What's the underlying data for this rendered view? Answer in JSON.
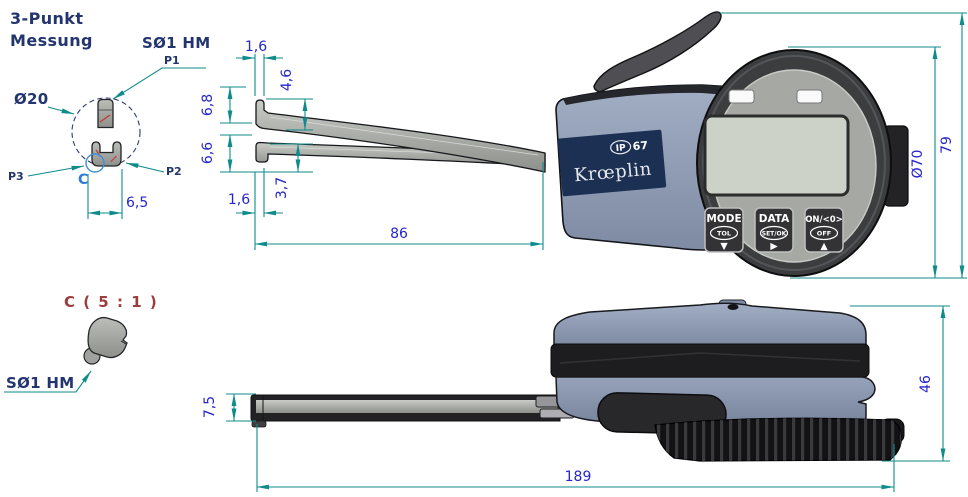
{
  "labels": {
    "method_line1": "3-Punkt",
    "method_line2": "Messung",
    "tip_sphere": "SØ1 HM",
    "p1": "P1",
    "p2": "P2",
    "p3": "P3",
    "measuring_circle": "Ø20",
    "detail_marker": "C",
    "detail_title": "C ( 5 : 1 )",
    "detail_tip_sphere": "SØ1 HM"
  },
  "dims": {
    "jaw_span": "6,5",
    "tip_width_top": "1,6",
    "tip_height_top": "4,6",
    "offset_top": "6,8",
    "offset_bottom": "6,6",
    "tip_height_bottom": "3,7",
    "tip_width_bottom": "1,6",
    "arm_length": "86",
    "bezel_diameter": "Ø70",
    "head_height": "79",
    "arm_thickness": "7,5",
    "overall_length": "189",
    "body_height": "46"
  },
  "device": {
    "brand": "Krœplin",
    "ip_prefix": "IP",
    "ip_value": "67",
    "buttons": [
      {
        "label": "MODE",
        "badge": "TOL",
        "arrow": "▼"
      },
      {
        "label": "DATA",
        "badge": "SET/OK",
        "arrow": "▶"
      },
      {
        "label": "ON/<0>",
        "badge": "OFF",
        "arrow": "▲"
      }
    ]
  },
  "colors": {
    "dimension_line": "#0f8b8b",
    "dimension_text": "#2525cc",
    "annotation_text": "#23356e",
    "detail_title_text": "#9b3d3d",
    "detail_marker_text": "#2f7cd6",
    "housing_blue": "#91a0b9",
    "brand_panel": "#1c3053",
    "accent_red": "#cc3333"
  }
}
